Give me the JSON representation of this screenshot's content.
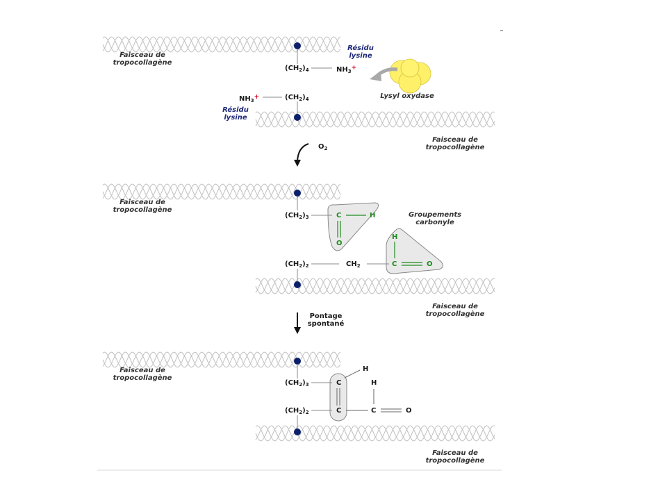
{
  "labels": {
    "bundle_line1": "Faisceau de",
    "bundle_line2": "tropocollagène",
    "lysine_residue_line1": "Résidu",
    "lysine_residue_line2": "lysine",
    "enzyme": "Lysyl oxydase",
    "oxygen": "O",
    "oxygen_sub": "2",
    "carbonyl_line1": "Groupements",
    "carbonyl_line2": "carbonyle",
    "crosslink_line1": "Pontage",
    "crosslink_line2": "spontané"
  },
  "chemistry": {
    "ch2_group": "(CH",
    "ch2_close": ")",
    "sub_2": "2",
    "sub_3": "3",
    "sub_4": "4",
    "nh3": "NH",
    "charge": "+",
    "c": "C",
    "h": "H",
    "o": "O",
    "ch2_plain": "CH"
  },
  "colors": {
    "helix": "#c4c4c4",
    "lysine_dot": "#0b1f6b",
    "carbonyl_green": "#1f8a1f",
    "highlight_fill": "#e9e9e9",
    "enzyme_yellow": "#fff06a",
    "plus_red": "#d0001a",
    "residue_blue": "#1f2a7a"
  }
}
